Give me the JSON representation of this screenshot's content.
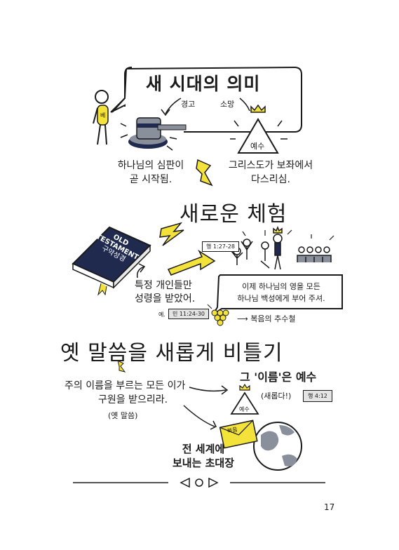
{
  "section1": {
    "title": "새 시대의 의미",
    "label_warning": "경고",
    "label_hope": "소망",
    "person_badge": "베",
    "triangle_label": "예수",
    "caption_left": [
      "하나님의 심판이",
      "곧 시작됨."
    ],
    "caption_right": [
      "그리스도가 보좌에서",
      "다스리심."
    ]
  },
  "section2": {
    "heading": "새로운 체험",
    "book_lines": [
      "OLD",
      "TESTAMENT",
      "구약성경"
    ],
    "book_caption": [
      "특정 개인들만",
      "성령을 받았어."
    ],
    "ref_example_prefix": "예.",
    "ref_example": "민 11:24-30",
    "ref_acts": "행 1:27-28",
    "box_lines": [
      "이제 하나님의 영을 모든",
      "하나님 백성에게 부어 주셔."
    ],
    "harvest": "복음의 추수철"
  },
  "section3": {
    "heading": "옛 말씀을 새롭게 비틀기",
    "quote_lines": [
      "주의 이름을 부르는 모든 이가",
      "구원을 받으리라."
    ],
    "quote_tag": "(옛 말씀)",
    "name_heading": "그 '이름'은 예수",
    "triangle_label": "예수",
    "new_tag": "(새롭다!)",
    "ref_acts2": "행 4:12",
    "envelope_label": "복음",
    "invite_lines": [
      "전 세계에",
      "보내는 초대장"
    ]
  },
  "page_number": "17",
  "colors": {
    "accent_yellow": "#f3e23a",
    "navy": "#1f2a4e",
    "ink": "#1a1a1a",
    "gray": "#8a8f9c"
  }
}
